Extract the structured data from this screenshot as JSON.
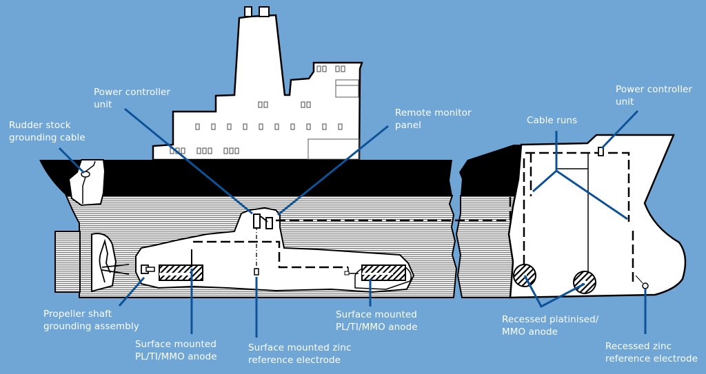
{
  "diagram": {
    "title": "Ship impressed current cathodic protection system",
    "colors": {
      "background": "#6fa6d6",
      "leader_line": "#0d5296",
      "hull_black": "#000000",
      "hull_white": "#ffffff",
      "label_text": "#ffffff"
    },
    "labels": {
      "rudder_stock": {
        "line1": "Rudder stock",
        "line2": "grounding cable"
      },
      "power_controller_aft": {
        "line1": "Power controller",
        "line2": "unit"
      },
      "remote_monitor": {
        "line1": "Remote monitor",
        "line2": "panel"
      },
      "cable_runs": {
        "line1": "Cable runs"
      },
      "power_controller_fwd": {
        "line1": "Power controller",
        "line2": "unit"
      },
      "propeller_shaft": {
        "line1": "Propeller shaft",
        "line2": "grounding assembly"
      },
      "surface_anode_aft": {
        "line1": "Surface mounted",
        "line2": "PL/TI/MMO anode"
      },
      "zinc_ref_surface": {
        "line1": "Surface mounted zinc",
        "line2": "reference electrode"
      },
      "surface_anode_mid": {
        "line1": "Surface mounted",
        "line2": "PL/TI/MMO anode"
      },
      "recessed_anode": {
        "line1": "Recessed platinised/",
        "line2": "MMO anode"
      },
      "recessed_zinc": {
        "line1": "Recessed zinc",
        "line2": "reference electrode"
      }
    }
  }
}
